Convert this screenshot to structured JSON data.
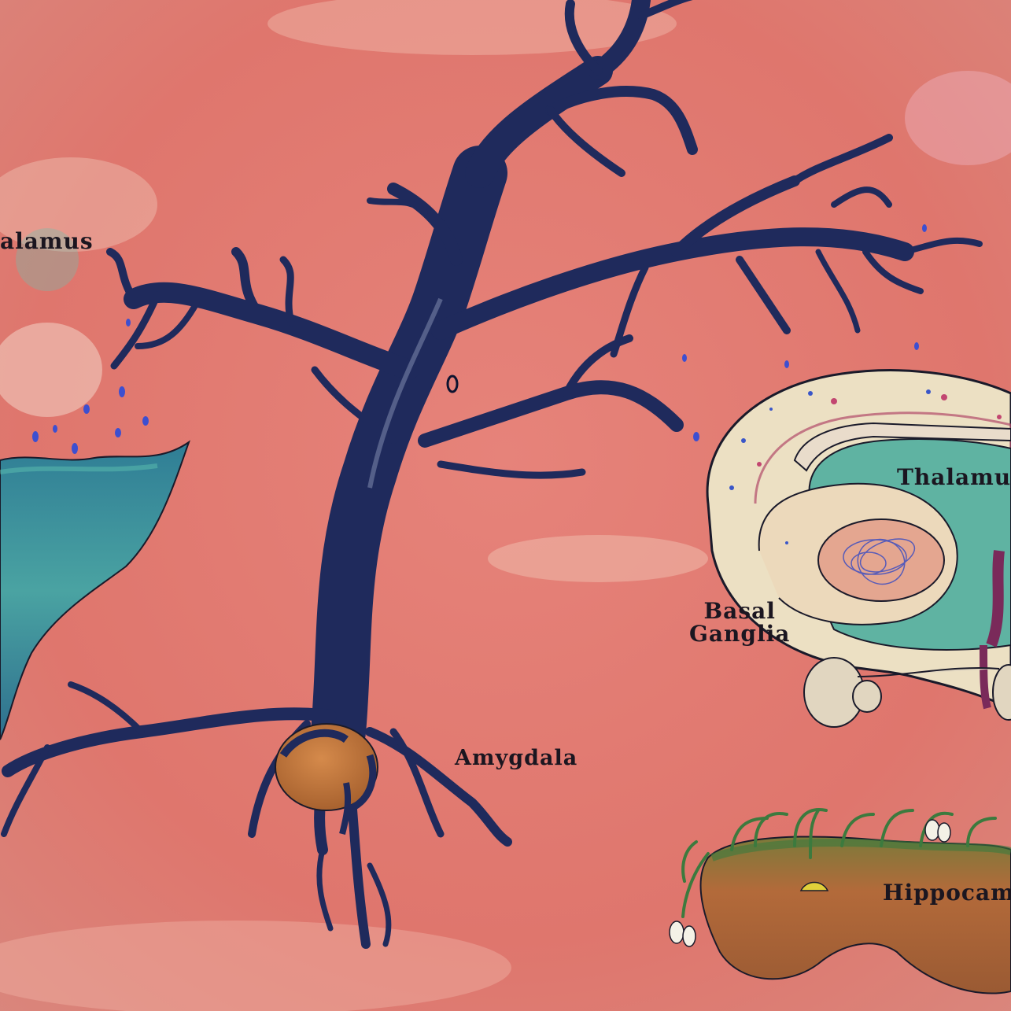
{
  "labels": {
    "hypothalamus": "alamus",
    "amygdala": "Amygdala",
    "thalamus": "Thalamus",
    "basal_line1": "Basal",
    "basal_line2": "Ganglia",
    "hippocampus": "Hippocampu"
  },
  "colors": {
    "background": "#e27a72",
    "tree": "#1f2a5c",
    "water": "#3f8f9a",
    "amygdala": "#c0773f",
    "brain_shell": "#ede3c8",
    "thalamus_fill": "#5fb3a2",
    "hippocampus": "#a8663a",
    "leaves": "#3c7a3e"
  }
}
